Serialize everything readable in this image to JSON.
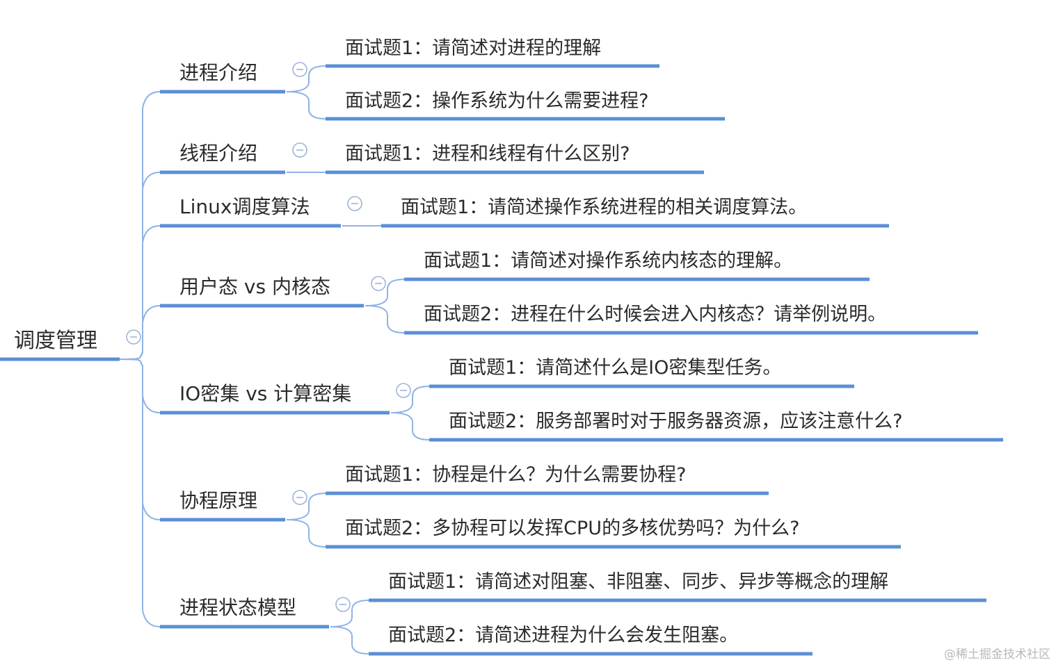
{
  "mindmap": {
    "root": {
      "label": "调度管理",
      "branches": [
        {
          "label": "进程介绍",
          "children": [
            "面试题1：请简述对进程的理解",
            "面试题2：操作系统为什么需要进程?"
          ]
        },
        {
          "label": "线程介绍",
          "children": [
            "面试题1：进程和线程有什么区别?"
          ]
        },
        {
          "label": "Linux调度算法",
          "children": [
            "面试题1：请简述操作系统进程的相关调度算法。"
          ]
        },
        {
          "label": "用户态 vs 内核态",
          "children": [
            "面试题1：请简述对操作系统内核态的理解。",
            "面试题2：进程在什么时候会进入内核态？请举例说明。"
          ]
        },
        {
          "label": "IO密集 vs 计算密集",
          "children": [
            "面试题1：请简述什么是IO密集型任务。",
            "面试题2：服务部署时对于服务器资源，应该注意什么?"
          ]
        },
        {
          "label": "协程原理",
          "children": [
            "面试题1：协程是什么？为什么需要协程?",
            "面试题2：多协程可以发挥CPU的多核优势吗？为什么?"
          ]
        },
        {
          "label": "进程状态模型",
          "children": [
            "面试题1：请简述对阻塞、非阻塞、同步、异步等概念的理解",
            "面试题2：请简述进程为什么会发生阻塞。"
          ]
        }
      ]
    },
    "colors": {
      "underline": "#5b8fd6",
      "connector": "#8fb3e6",
      "text": "#2b2b2b",
      "collapse_icon": "#9db4d8"
    },
    "icons": {
      "collapse": "minus-circle-icon"
    }
  },
  "watermark": "@稀土掘金技术社区"
}
